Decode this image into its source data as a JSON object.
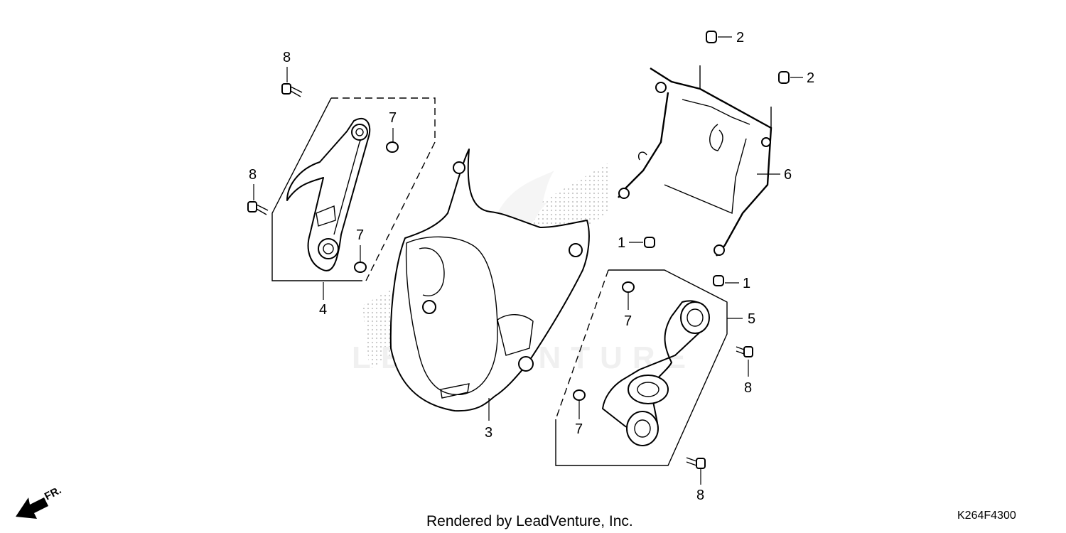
{
  "callouts": {
    "c1a": "1",
    "c1b": "1",
    "c2a": "2",
    "c2b": "2",
    "c3": "3",
    "c4": "4",
    "c5": "5",
    "c6": "6",
    "c7a": "7",
    "c7b": "7",
    "c7c": "7",
    "c7d": "7",
    "c8a": "8",
    "c8b": "8",
    "c8c": "8",
    "c8d": "8"
  },
  "direction_label": "FR.",
  "footer": "Rendered by LeadVenture, Inc.",
  "diagram_code": "K264F4300"
}
